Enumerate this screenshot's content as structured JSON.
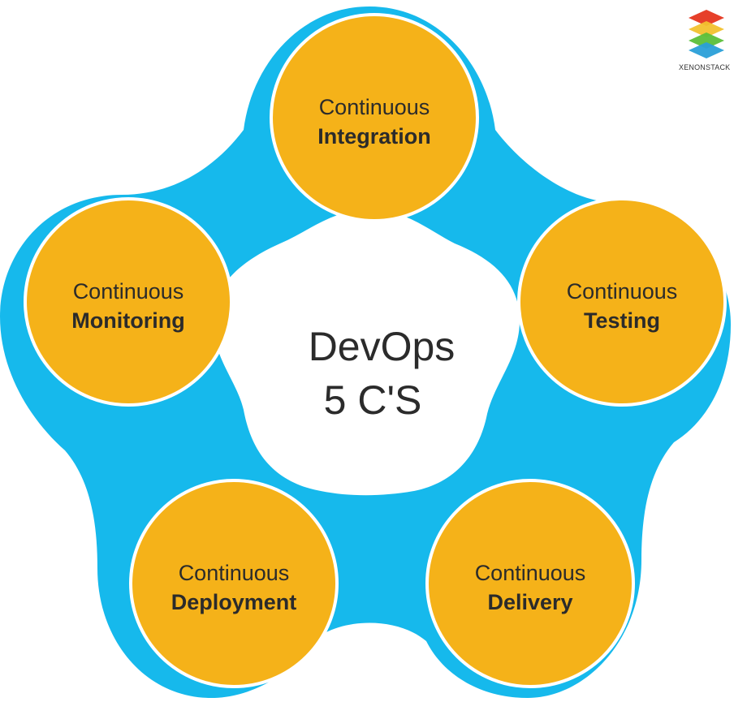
{
  "diagram": {
    "center": {
      "line1": "DevOps",
      "line2": "5 C'S"
    },
    "nodes": [
      {
        "line1": "Continuous",
        "line2": "Integration"
      },
      {
        "line1": "Continuous",
        "line2": "Testing"
      },
      {
        "line1": "Continuous",
        "line2": "Delivery"
      },
      {
        "line1": "Continuous",
        "line2": "Deployment"
      },
      {
        "line1": "Continuous",
        "line2": "Monitoring"
      }
    ]
  },
  "logo": {
    "text": "XENONSTACK"
  },
  "colors": {
    "ring": "#16b9ec",
    "ring_dark": "#0fa6d6",
    "node_fill": "#f5b219",
    "node_stroke": "#ffffff",
    "center_fill": "#ffffff",
    "text": "#2b2b2b",
    "logo_red": "#e6402a",
    "logo_green": "#5bbf3a",
    "logo_yellow": "#f2c12e",
    "logo_blue": "#2a9fd8"
  }
}
